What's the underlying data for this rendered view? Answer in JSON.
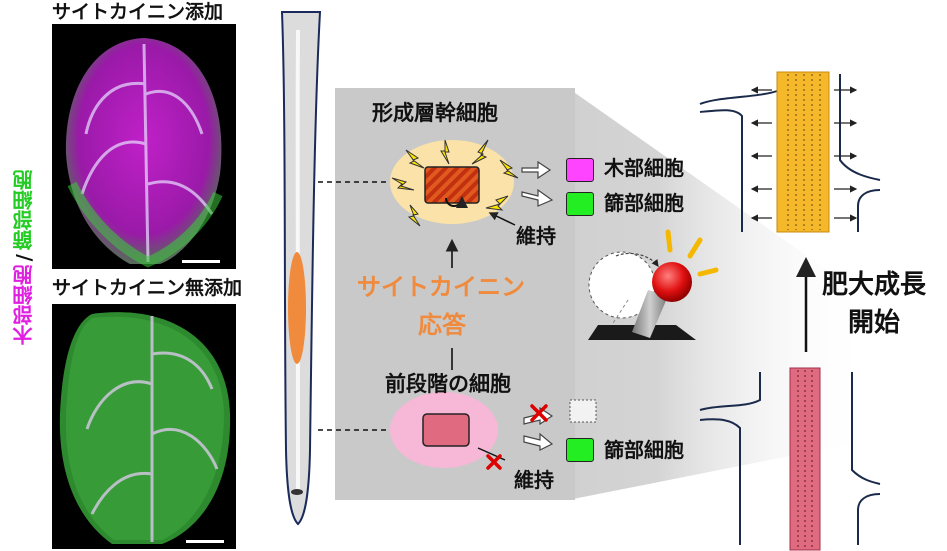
{
  "micrographs": {
    "top_label": "サイトカイニン添加",
    "bottom_label": "サイトカイニン無添加"
  },
  "side_label": {
    "magenta_part": "木部細胞",
    "slash": "/",
    "green_part": "篩部細胞"
  },
  "callout": {
    "stem_cell_title": "形成層幹細胞",
    "xylem_label": "木部細胞",
    "phloem_label": "篩部細胞",
    "maintain_label": "維持",
    "cytokinin_response_line1": "サイトカイニン",
    "cytokinin_response_line2": "応答",
    "precursor_title": "前段階の細胞",
    "precursor_phloem_label": "篩部細胞",
    "precursor_maintain_label": "維持"
  },
  "growth": {
    "label_line1": "肥大成長",
    "label_line2": "開始"
  },
  "colors": {
    "magenta": "#e020e0",
    "green": "#22cc22",
    "orange": "#f08a3c",
    "stem_cell": "#f0c040",
    "precursor_fill": "#e06a80",
    "pink_halo": "#f7b8d8",
    "callout_gray": "#c8c8c8",
    "xylem_chip": "#ff44ff",
    "phloem_chip": "#22ee22",
    "cross_red": "#dd0000"
  }
}
